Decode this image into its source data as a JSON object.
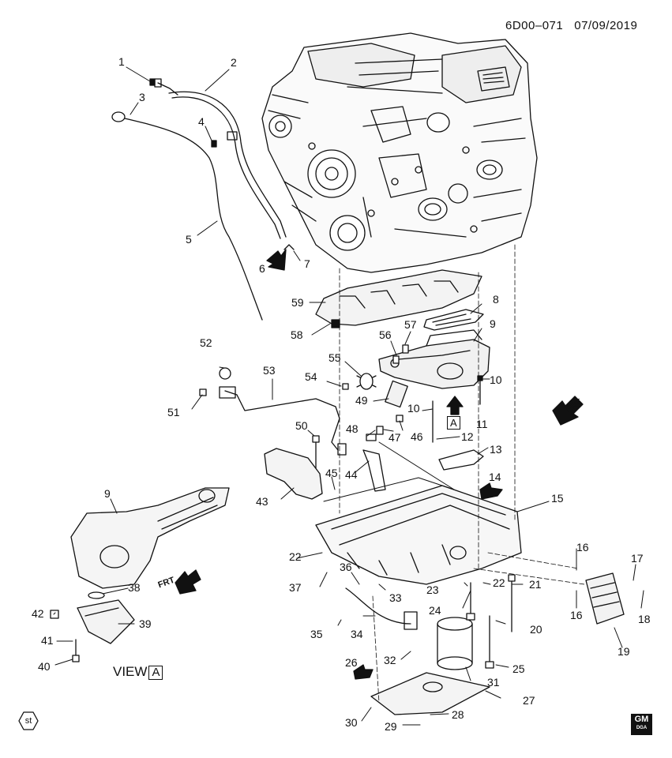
{
  "header": {
    "diagram_code": "6D00–071",
    "date": "07/09/2019"
  },
  "view_label": {
    "text": "VIEW",
    "box": "A"
  },
  "arrow_box_label": "A",
  "frt_labels": [
    "FRT",
    "FRT"
  ],
  "logo_st": "st",
  "logo_gm": {
    "mark": "GM",
    "sub": "DGA"
  },
  "callouts": {
    "c1": "1",
    "c2": "2",
    "c3": "3",
    "c4": "4",
    "c5": "5",
    "c6": "6",
    "c7": "7",
    "c8": "8",
    "c9a": "9",
    "c9b": "9",
    "c10a": "10",
    "c10b": "10",
    "c11": "11",
    "c12": "12",
    "c13": "13",
    "c14": "14",
    "c15": "15",
    "c16a": "16",
    "c16b": "16",
    "c17": "17",
    "c18": "18",
    "c19": "19",
    "c20": "20",
    "c21": "21",
    "c22a": "22",
    "c22b": "22",
    "c23": "23",
    "c24": "24",
    "c25": "25",
    "c26": "26",
    "c27": "27",
    "c28": "28",
    "c29": "29",
    "c30": "30",
    "c31": "31",
    "c32": "32",
    "c33": "33",
    "c34": "34",
    "c35": "35",
    "c36": "36",
    "c37": "37",
    "c38": "38",
    "c39": "39",
    "c40": "40",
    "c41": "41",
    "c42": "42",
    "c43": "43",
    "c44": "44",
    "c45": "45",
    "c46": "46",
    "c47": "47",
    "c48": "48",
    "c49": "49",
    "c50": "50",
    "c51": "51",
    "c52": "52",
    "c53": "53",
    "c54": "54",
    "c55": "55",
    "c56": "56",
    "c57": "57",
    "c58": "58",
    "c59": "59"
  }
}
